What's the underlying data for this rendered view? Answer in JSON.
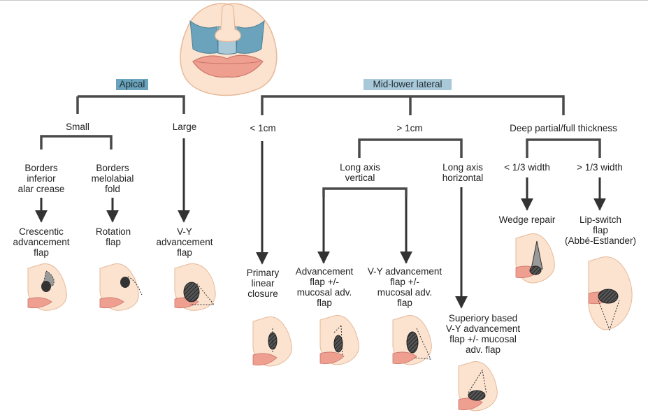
{
  "categories": {
    "apical": "Apical",
    "mid_lower_lateral": "Mid-lower lateral"
  },
  "apical": {
    "small": "Small",
    "large": "Large",
    "borders_alar": "Borders\ninferior\nalar crease",
    "borders_melolabial": "Borders\nmelolabial\nfold",
    "crescentic": "Crescentic\nadvancement\nflap",
    "rotation": "Rotation\nflap",
    "vy_advancement": "V-Y\nadvancement\nflap"
  },
  "mid_lower": {
    "lt_1cm": "< 1cm",
    "gt_1cm": "> 1cm",
    "deep": "Deep partial/full thickness",
    "primary_closure": "Primary\nlinear\nclosure",
    "long_axis_vertical": "Long axis\nvertical",
    "long_axis_horizontal": "Long axis\nhorizontal",
    "advancement_mucosal": "Advancement\nflap +/-\nmucosal adv.\nflap",
    "vy_mucosal": "V-Y advancement\nflap +/-\nmucosal adv.\nflap",
    "superiorly_based": "Superiory based\nV-Y advancement\nflap +/- mucosal\nadv. flap",
    "lt_third": "< 1/3 width",
    "gt_third": "> 1/3 width",
    "wedge_repair": "Wedge repair",
    "lip_switch": "Lip-switch\nflap\n(Abbé-Estlander)"
  },
  "colors": {
    "apical_badge": "#6aa3bb",
    "mid_badge": "#a9c9d9",
    "connector": "#4a4a4a",
    "skin": "#fbe3cf",
    "skin_edge": "#e6b99a",
    "lip": "#ef9f8f",
    "lip_edge": "#c9766a",
    "subunit_blue": "#6aa3bb",
    "defect": "#3a3a3a"
  }
}
